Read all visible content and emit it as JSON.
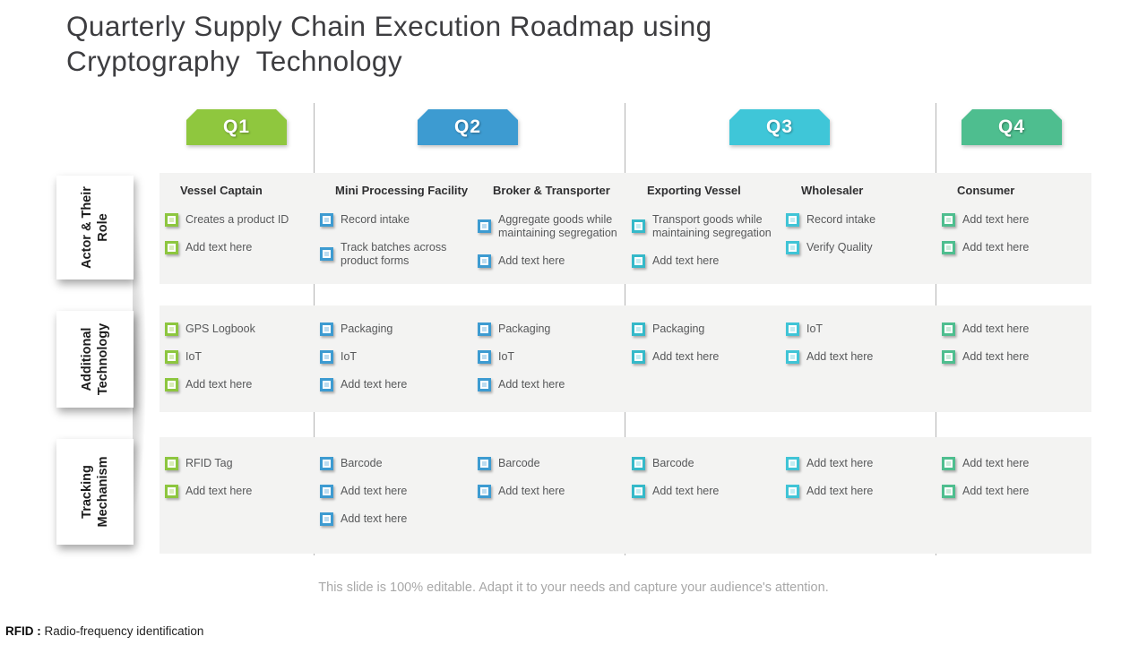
{
  "title": "Quarterly Supply Chain Execution Roadmap using\nCryptography  Technology",
  "quarters": [
    {
      "label": "Q1",
      "color": "#8fc73e"
    },
    {
      "label": "Q2",
      "color": "#3d9bd1"
    },
    {
      "label": "Q3",
      "color": "#3fc6d8"
    },
    {
      "label": "Q4",
      "color": "#4ebe8f"
    }
  ],
  "row_labels": [
    "Actor & Their Role",
    "Additional Technology",
    "Tracking Mechanism"
  ],
  "columns": [
    {
      "quarter": "Q1",
      "header": "Vessel Captain",
      "color": "#8dc63f",
      "tint": "#d9ecb8",
      "rows": [
        [
          "Creates a product ID",
          "Add text here"
        ],
        [
          "GPS Logbook",
          "IoT",
          "Add text here"
        ],
        [
          "RFID Tag",
          "Add text here"
        ]
      ]
    },
    {
      "quarter": "Q2",
      "header": "Mini Processing Facility",
      "color": "#3d9bd1",
      "tint": "#bcdcf0",
      "rows": [
        [
          "Record intake",
          "Track batches across product forms"
        ],
        [
          "Packaging",
          "IoT",
          "Add text here"
        ],
        [
          "Barcode",
          "Add text here",
          "Add text here"
        ]
      ]
    },
    {
      "quarter": "Q2",
      "header": "Broker & Transporter",
      "color": "#3d9bd1",
      "tint": "#bcdcf0",
      "rows": [
        [
          "Aggregate goods while maintaining segregation",
          "Add text here"
        ],
        [
          "Packaging",
          "IoT",
          "Add text here"
        ],
        [
          "Barcode",
          "Add text here"
        ]
      ]
    },
    {
      "quarter": "Q3",
      "header": "Exporting Vessel",
      "color": "#35b9c9",
      "tint": "#c2ecf2",
      "rows": [
        [
          "Transport goods while maintaining segregation",
          "Add text here"
        ],
        [
          "Packaging",
          "Add text here"
        ],
        [
          "Barcode",
          "Add text here"
        ]
      ]
    },
    {
      "quarter": "Q3",
      "header": "Wholesaler",
      "color": "#40c4d6",
      "tint": "#c2ecf2",
      "rows": [
        [
          "Record intake",
          "Verify Quality"
        ],
        [
          "IoT",
          "Add text here"
        ],
        [
          "Add text here",
          "Add text here"
        ]
      ]
    },
    {
      "quarter": "Q4",
      "header": "Consumer",
      "color": "#4ebe8f",
      "tint": "#c8ead9",
      "rows": [
        [
          "Add text here",
          "Add text here"
        ],
        [
          "Add text here",
          "Add text here"
        ],
        [
          "Add text here",
          "Add text here"
        ]
      ]
    }
  ],
  "footer": {
    "text": "This slide is 100% editable.  Adapt it to your needs and capture your audience's attention."
  },
  "footnote": {
    "term": "RFID :",
    "definition": " Radio-frequency identification"
  }
}
